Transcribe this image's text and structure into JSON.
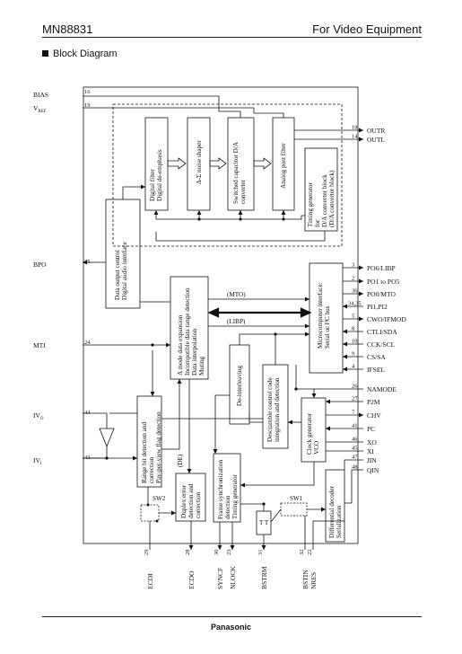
{
  "header": {
    "part": "MN88831",
    "category": "For Video Equipment"
  },
  "section_title": "Block Diagram",
  "footer": "Panasonic",
  "blocks": {
    "digital_filter": [
      "Digital filter",
      "Digital de-emphasis"
    ],
    "noise_shaper": [
      "Δ-Σ noise shaper"
    ],
    "switched_cap": [
      "Switched capacitor D/A",
      "converter"
    ],
    "analog_post": [
      "Analog post filter"
    ],
    "timing_gen_da": [
      "Timing generator",
      "for",
      "D/A converter block",
      "(D/A converter block)"
    ],
    "data_output": [
      "Data output control",
      "Digital audio interface"
    ],
    "a_mode": [
      "A mode data expansion",
      "Incompatible data range detection",
      "Data interpolation",
      "Muting"
    ],
    "micro_if": [
      "Microcomputer interface:",
      "Serial or I²C bus"
    ],
    "deinterleaving": [
      "De-interleaving"
    ],
    "descramble": [
      "Descramble control code",
      "integration and detection"
    ],
    "clock_gen": [
      "Clock generator",
      "VCO"
    ],
    "range_bit": [
      "Range bit detection and",
      "correction",
      "Pay-per-view flag detection"
    ],
    "duplex": [
      "Duplex error",
      "detection and",
      "correction"
    ],
    "frame_sync": [
      "Frame synchronization",
      "detection",
      "Timing generator"
    ],
    "diff_decoder": [
      "Differential decoder",
      "Serialization"
    ],
    "tt": "T T"
  },
  "bus_labels": {
    "mto": "(MTO)",
    "libp": "(LIBP)",
    "de": "(DE)"
  },
  "switches": {
    "sw1": "SW1",
    "sw2": "SW2"
  },
  "left_pins": [
    {
      "label": "BIAS",
      "num": "16"
    },
    {
      "label": "V",
      "sub": "REF",
      "num": "19"
    },
    {
      "label": "BPO",
      "num": "25"
    },
    {
      "label": "MTI",
      "num": "24"
    },
    {
      "label": "IV",
      "sub": "O",
      "num": "44"
    },
    {
      "label": "IV",
      "sub": "I",
      "num": "43"
    }
  ],
  "right_pins": [
    {
      "label": "OUTR",
      "num": "18"
    },
    {
      "label": "OUTL",
      "num": "14"
    },
    {
      "label": "PO6/LIBP",
      "num": "3"
    },
    {
      "label": "PO1 to PO5",
      "num": "2"
    },
    {
      "label": "PO0/MTO",
      "num": "36"
    },
    {
      "label": "PI1,PI2",
      "num": "34,35"
    },
    {
      "label": "CWO/IFMOD",
      "num": "5"
    },
    {
      "label": "CTLI/SDA",
      "num": "8"
    },
    {
      "label": "CCK/SCL",
      "num": "10"
    },
    {
      "label": "CS/SA",
      "num": "9"
    },
    {
      "label": "IFSEL",
      "num": "4"
    },
    {
      "label": "NAMODE",
      "num": "26"
    },
    {
      "label": "P2M",
      "num": "27"
    },
    {
      "label": "CHV",
      "num": "7"
    },
    {
      "label": "PC",
      "num": "41"
    },
    {
      "label": "XO",
      "num": "46"
    },
    {
      "label": "XI",
      "num": "45"
    },
    {
      "label": "JIN",
      "num": "47"
    },
    {
      "label": "QIN",
      "num": "48"
    }
  ],
  "bottom_pins": [
    {
      "label": "ECDI",
      "num": "29"
    },
    {
      "label": "ECDO",
      "num": "28"
    },
    {
      "label": "SYNCF",
      "num": "30"
    },
    {
      "label": "NLOCK",
      "num": "23"
    },
    {
      "label": "BSTRM",
      "num": "31"
    },
    {
      "label": "BSTIN",
      "num": "32"
    },
    {
      "label": "NRES",
      "num": "22"
    }
  ]
}
